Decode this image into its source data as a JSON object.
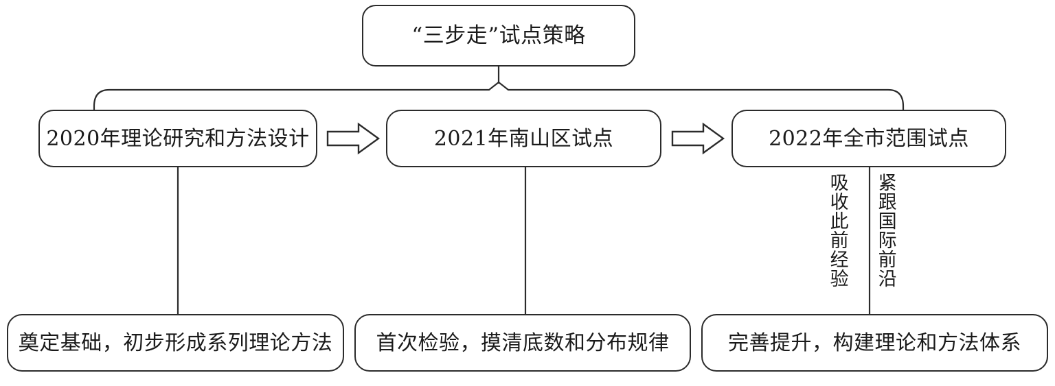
{
  "diagram": {
    "title_box": {
      "text": "“三步走”试点策略"
    },
    "stages": [
      {
        "label": "2020年理论研究和方法设计"
      },
      {
        "label": "2021年南山区试点"
      },
      {
        "label": "2022年全市范围试点"
      }
    ],
    "arrows": [
      {
        "name": "arrow-stage1-to-stage2",
        "glyph": "⇒"
      },
      {
        "name": "arrow-stage2-to-stage3",
        "glyph": "⇒"
      }
    ],
    "outcomes": [
      {
        "label": "奠定基础，初步形成系列理论方法"
      },
      {
        "label": "首次检验，摸清底数和分布规律"
      },
      {
        "label": "完善提升，构建理论和方法体系"
      }
    ],
    "vertical_notes": [
      {
        "name": "absorb-prior-experience",
        "text": "吸收此前经验"
      },
      {
        "name": "follow-international-frontier",
        "text": "紧跟国际前沿"
      }
    ],
    "style": {
      "stroke": "#2b2b2b",
      "background": "#ffffff",
      "text_color": "#1a1a1a"
    }
  }
}
